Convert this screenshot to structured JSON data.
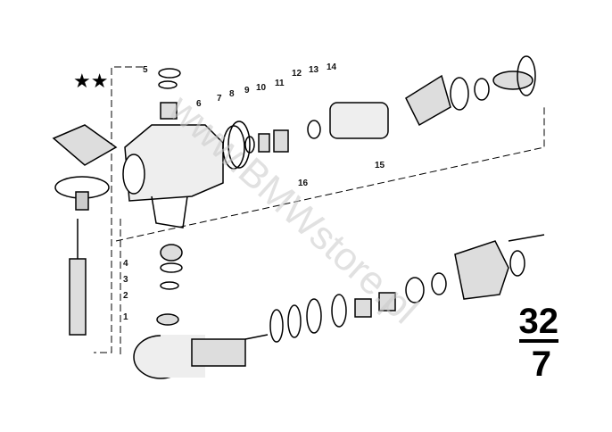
{
  "labels": {
    "n1": "1",
    "n2": "2",
    "n3": "3",
    "n4": "4",
    "n5": "5",
    "n6": "6",
    "n7": "7",
    "n8": "8",
    "n9": "9",
    "n10": "10",
    "n11": "11",
    "n12": "12",
    "n13": "13",
    "n14": "14",
    "n15": "15",
    "n16": "16"
  },
  "group": {
    "main": "32",
    "sub": "7"
  },
  "stars": "★★",
  "watermark": "www.BMWstore.pl"
}
